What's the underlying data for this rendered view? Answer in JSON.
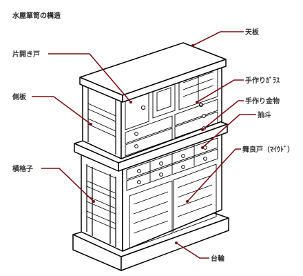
{
  "title": "水屋箪笥の構造",
  "labels": {
    "tenita": "天板",
    "katabiraki": "片開き戸",
    "gawaita": "側板",
    "tezukuri_glass": "手作りｶﾞﾗｽ",
    "tezukuri_kanamono": "手作り金物",
    "hikidashi": "抽斗",
    "maiirado": "舞良戸（ﾏｲｳﾄﾞ）",
    "yokogoushi": "横格子",
    "dairin": "台輪"
  },
  "colors": {
    "leader": "#7a0f0f",
    "outline": "#000000",
    "text": "#333333"
  }
}
